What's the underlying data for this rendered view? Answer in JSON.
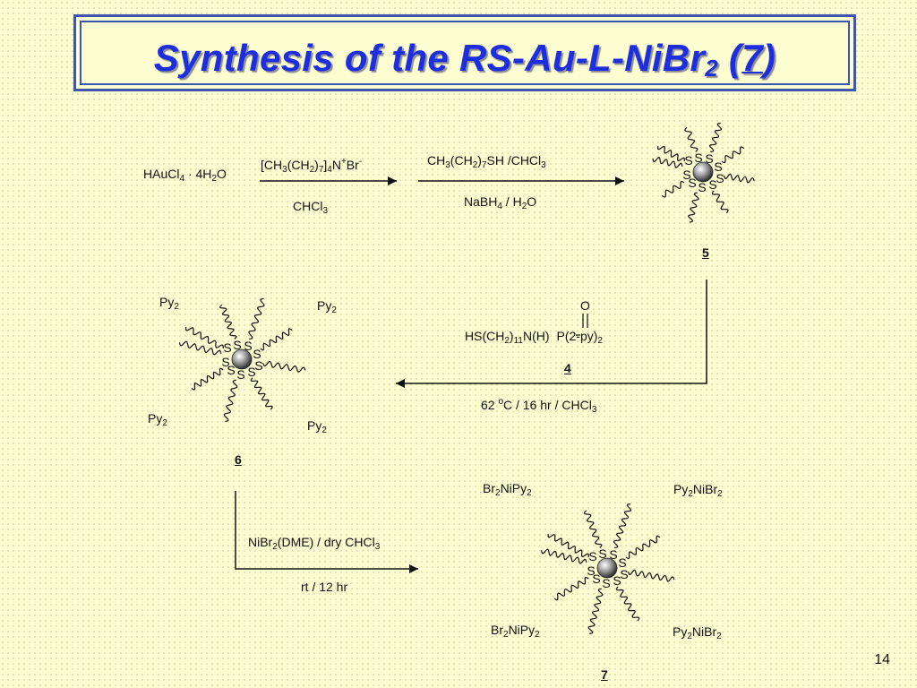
{
  "title": {
    "main": "Synthesis of the RS-Au-L-NiBr",
    "sub": "2",
    "open": " (",
    "compound": "7",
    "close": ")"
  },
  "step1": {
    "reactant": {
      "a": "HAuCl",
      "a_sub": "4",
      "dot": " · ",
      "b": "4H",
      "b_sub": "2",
      "c": "O"
    },
    "reagent_top": {
      "a": "[CH",
      "s1": "3",
      "b": "(CH",
      "s2": "2",
      "c": ")",
      "s3": "7",
      "d": "]",
      "s4": "4",
      "e": "N",
      "sup1": "+",
      "f": "Br",
      "sup2": "-"
    },
    "reagent_bottom": {
      "a": "CHCl",
      "s1": "3"
    }
  },
  "step2": {
    "reagent_top": {
      "a": "CH",
      "s1": "3",
      "b": "(CH",
      "s2": "2",
      "c": ")",
      "s3": "7",
      "d": "SH /CHCl",
      "s4": "3"
    },
    "reagent_bottom": {
      "a": "NaBH",
      "s1": "4",
      "b": " / H",
      "s2": "2",
      "c": "O"
    }
  },
  "compound5": "5",
  "step3": {
    "oxo": "O",
    "reagent": {
      "a": "HS(CH",
      "s1": "2",
      "b": ")",
      "s2": "11",
      "c": "N(H)",
      "d": "P(2-py)",
      "s3": "2"
    },
    "label": "4",
    "conditions": {
      "a": "62 ",
      "sup": "o",
      "b": "C / 16 hr / CHCl",
      "s": "3"
    }
  },
  "compound6": {
    "label": "6",
    "groups": [
      {
        "a": "Py",
        "s": "2"
      },
      {
        "a": "Py",
        "s": "2"
      },
      {
        "a": "Py",
        "s": "2"
      },
      {
        "a": "Py",
        "s": "2"
      }
    ]
  },
  "step4": {
    "reagent_top": {
      "a": "NiBr",
      "s1": "2",
      "b": "(DME) / dry CHCl",
      "s2": "3"
    },
    "reagent_bottom": "rt / 12 hr"
  },
  "compound7": {
    "label": "7",
    "top_left": {
      "a": "Br",
      "s1": "2",
      "b": "NiPy",
      "s2": "2"
    },
    "top_right": {
      "a": "Py",
      "s1": "2",
      "b": "NiBr",
      "s2": "2"
    },
    "bottom_left": {
      "a": "Br",
      "s1": "2",
      "b": "NiPy",
      "s2": "2"
    },
    "bottom_right": {
      "a": "Py",
      "s1": "2",
      "b": "NiBr",
      "s2": "2"
    }
  },
  "sulfur": "S",
  "slide_number": "14"
}
